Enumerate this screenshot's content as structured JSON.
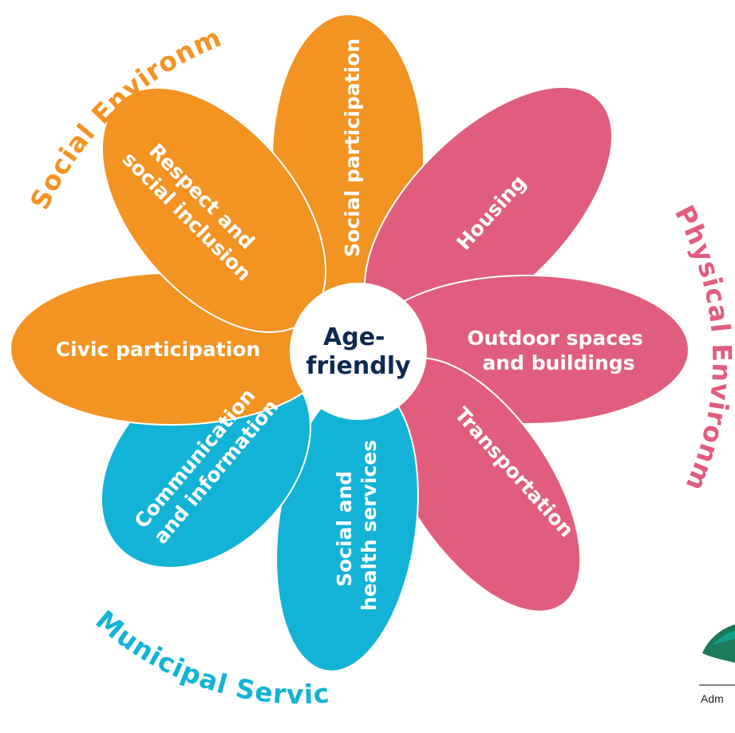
{
  "colors": {
    "social": "#f39322",
    "physical": "#e15d7d",
    "municipal": "#12b3d6",
    "center_text": "#0e2a52",
    "logo_green": "#1a7a5a",
    "logo_teal": "#12a08a"
  },
  "center": {
    "line1": "Age-",
    "line2": "friendly"
  },
  "petals": [
    {
      "id": "social-participation",
      "group": "social",
      "lines": [
        "Social participation"
      ]
    },
    {
      "id": "housing",
      "group": "physical",
      "lines": [
        "Housing"
      ]
    },
    {
      "id": "outdoor-spaces",
      "group": "physical",
      "lines": [
        "Outdoor spaces",
        "and buildings"
      ]
    },
    {
      "id": "transportation",
      "group": "physical",
      "lines": [
        "Transportation"
      ]
    },
    {
      "id": "social-health",
      "group": "municipal",
      "lines": [
        "Social and",
        "health services"
      ]
    },
    {
      "id": "communication",
      "group": "municipal",
      "lines": [
        "Communication",
        "and information"
      ]
    },
    {
      "id": "civic-participation",
      "group": "social",
      "lines": [
        "Civic participation"
      ]
    },
    {
      "id": "respect-inclusion",
      "group": "social",
      "lines": [
        "Respect and",
        "social inclusion"
      ]
    }
  ],
  "groups": {
    "social": "Social Environment",
    "physical": "Physical Environment",
    "municipal": "Municipal Services"
  },
  "logo": {
    "caption": "Adm"
  }
}
